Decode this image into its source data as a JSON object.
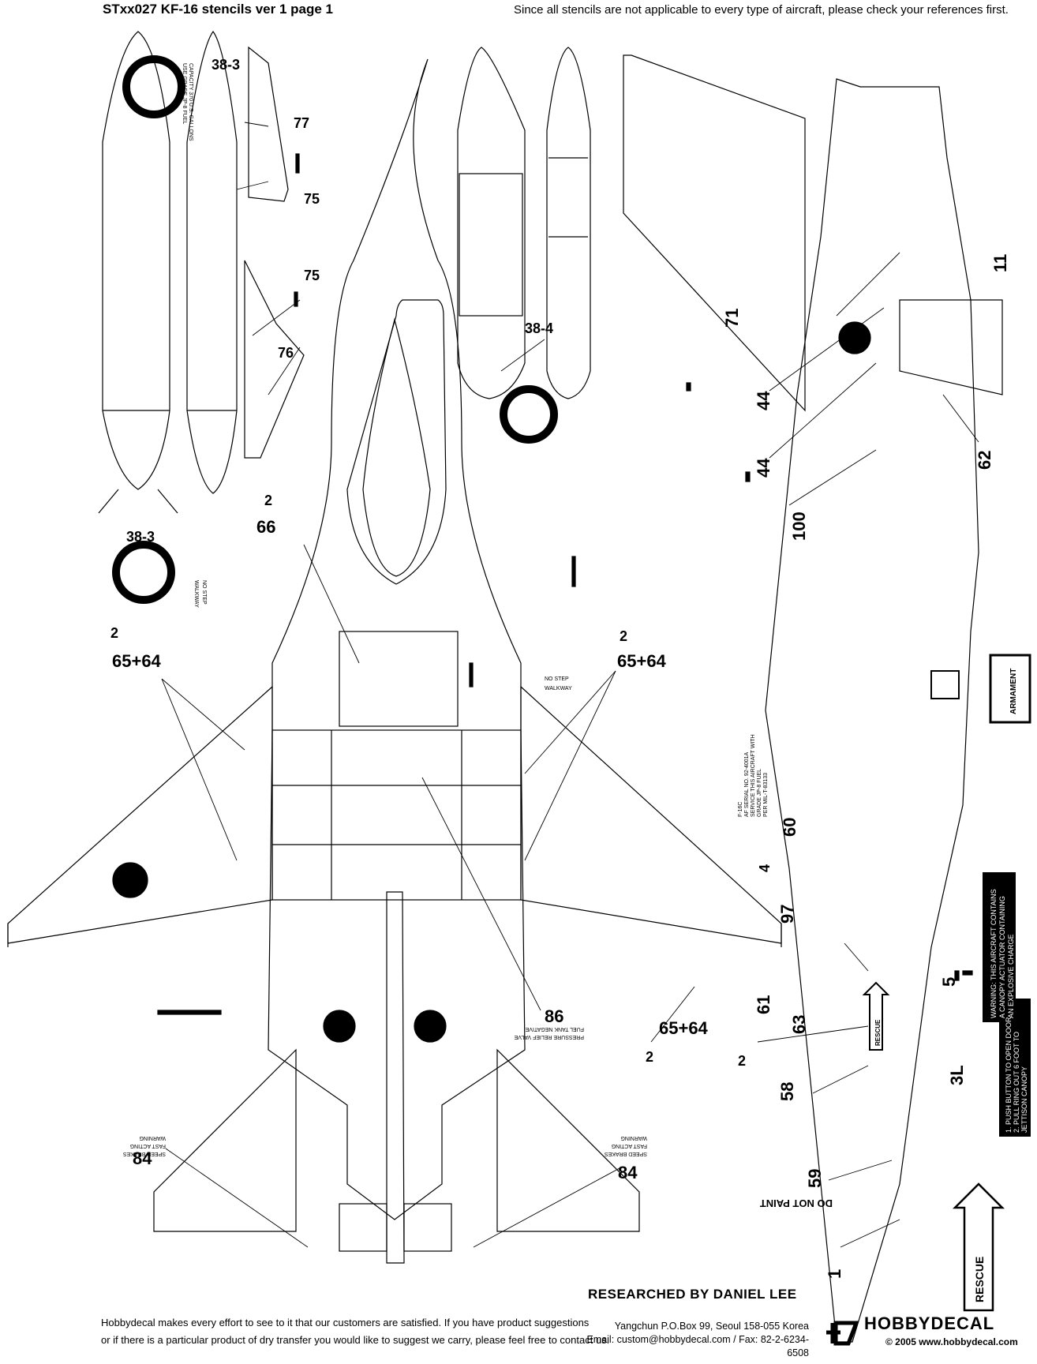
{
  "header": {
    "title": "STxx027 KF-16 stencils ver 1 page 1",
    "note": "Since all stencils are not applicable to every type of aircraft, please check your references first."
  },
  "labels": {
    "c38_3a": "38-3",
    "c77": "77",
    "c75a": "75",
    "c75b": "75",
    "c76": "76",
    "c38_4": "38-4",
    "c38_3b": "38-3",
    "c2a": "2",
    "c66": "66",
    "c2b": "2",
    "c6564a": "65+64",
    "c2c": "2",
    "c6564b": "65+64",
    "c71": "71",
    "c11": "11",
    "c44a": "44",
    "c44b": "44",
    "c62": "62",
    "c100": "100",
    "c60": "60",
    "c4": "4",
    "c97": "97",
    "c5": "5",
    "c61": "61",
    "c63": "63",
    "c86": "86",
    "c6564c": "65+64",
    "c2d": "2",
    "c2e": "2",
    "c58": "58",
    "c3l": "3L",
    "c59": "59",
    "c1": "1",
    "c84a": "84",
    "c84b": "84"
  },
  "stencils": {
    "no_step": "NO STEP",
    "walkway": "WALKWAY",
    "armament": "ARMAMENT",
    "rescue": "RESCUE",
    "do_not_paint": "DO NOT PAINT",
    "warning_canopy": [
      "WARNING: THIS AIRCRAFT CONTAINS",
      "A CANOPY ACTUATOR CONTAINING",
      "AN EXPLOSIVE CHARGE"
    ],
    "push_button": [
      "1. PUSH BUTTON TO OPEN DOOR",
      "2. PULL RING OUT 6 FOOT TO",
      "JETTISON CANOPY"
    ],
    "warning_fast": [
      "WARNING",
      "FAST ACTING",
      "SPEED BRAKES"
    ],
    "fuel_tank": [
      "FUEL TANK NEGATIVE",
      "PRESSURE RELIEF VALVE"
    ],
    "capacity": [
      "CAPACITY 370 U.S. GALLONS",
      "USE GRADE JP-8 FUEL"
    ],
    "service": [
      "F-16C",
      "AF SERIAL NO. 92-4001A",
      "SERVICE THIS AIRCRAFT WITH",
      "GRADE JP-8 FUEL",
      "PER MIL-T-83133"
    ]
  },
  "footer": {
    "researched": "RESEARCHED BY DANIEL LEE",
    "left_line1": "Hobbydecal makes every effort to see to it that our customers are satisfied. If you have product suggestions",
    "left_line2": "or if there is a particular product of dry transfer you would like to suggest we carry, please feel free to contact us.",
    "address": "Yangchun P.O.Box 99, Seoul 158-055 Korea",
    "contact": "Email: custom@hobbydecal.com / Fax: 82-2-6234-6508",
    "brand": "HOBBYDECAL",
    "copyright": "© 2005 www.hobbydecal.com"
  }
}
